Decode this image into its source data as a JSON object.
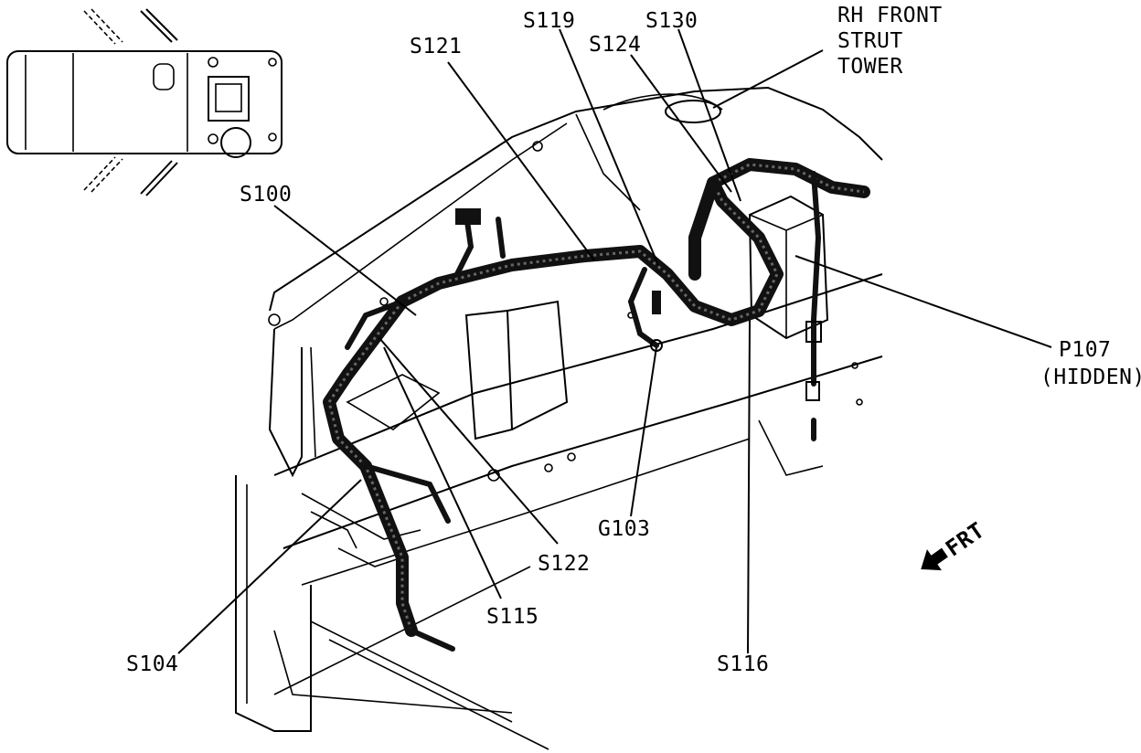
{
  "labels": {
    "s121": "S121",
    "s119": "S119",
    "s124": "S124",
    "s130": "S130",
    "rh_front_line1": "RH FRONT",
    "rh_front_line2": "STRUT",
    "rh_front_line3": "TOWER",
    "s100": "S100",
    "p107_line1": "P107",
    "p107_line2": "(HIDDEN)",
    "g103": "G103",
    "s122": "S122",
    "s115": "S115",
    "s104": "S104",
    "s116": "S116",
    "frt": "FRT"
  }
}
